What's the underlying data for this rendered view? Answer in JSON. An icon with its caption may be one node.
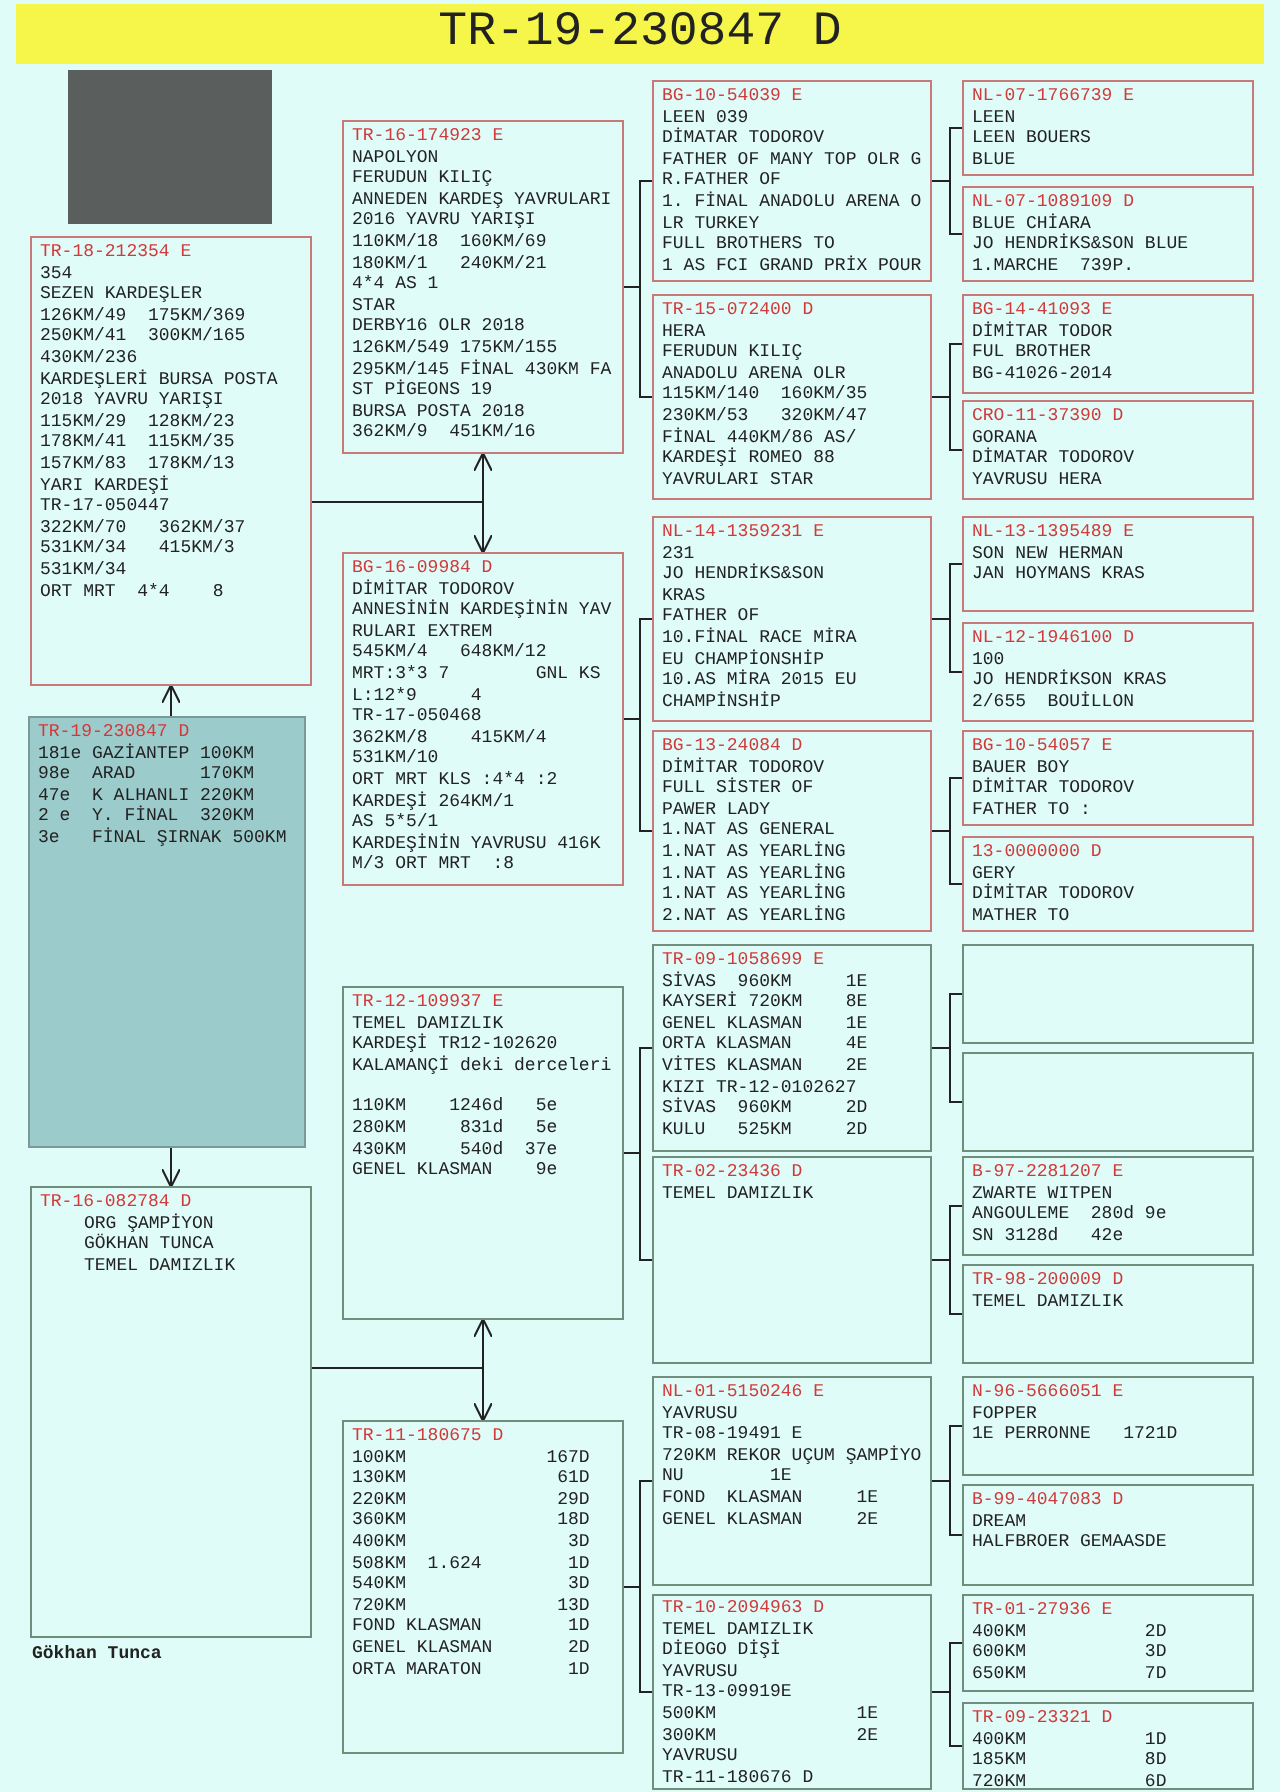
{
  "diagram": {
    "title": "TR-19-230847 D",
    "nodes": [
      {
        "text": [
          "TR-18-212354 E",
          "354",
          "SEZEN KARDEŞLER",
          "126KM/49  175KM/369",
          "250KM/41  300KM/165",
          "430KM/236",
          "KARDEŞLERİ BURSA POSTA",
          "2018 YAVRU YARIŞI",
          "115KM/29  128KM/23",
          "178KM/41  115KM/35",
          "157KM/83  178KM/13",
          "YARI KARDEŞİ",
          "TR-17-050447",
          "322KM/70   362KM/37",
          "531KM/34   415KM/3",
          "531KM/34",
          "ORT MRT  4*4    8"
        ]
      },
      {
        "text": [
          "TR-19-230847 D",
          "181e GAZİANTEP 100KM",
          "98e  ARAD      170KM",
          "47e  K ALHANLI 220KM",
          "2 e  Y. FİNAL  320KM",
          "3e   FİNAL ŞIRNAK 500KM"
        ]
      },
      {
        "text": [
          "TR-16-082784 D",
          "ORG ŞAMPİYON",
          "GÖKHAN TUNCA",
          "TEMEL DAMIZLIK"
        ],
        "beside": [
          "Gökhan Tunca"
        ]
      },
      {
        "text": [
          "TR-16-174923 E",
          "NAPOLYON",
          "FERUDUN KILIÇ",
          "ANNEDEN KARDEŞ YAVRULARI",
          "2016 YAVRU YARIŞI",
          "110KM/18  160KM/69",
          "180KM/1   240KM/21",
          "4*4 AS 1",
          "STAR",
          "DERBY16 OLR 2018",
          "126KM/549 175KM/155",
          "295KM/145 FİNAL 430KM FAST PİGEONS 19",
          "BURSA POSTA 2018",
          "362KM/9  451KM/16"
        ]
      },
      {
        "text": [
          "BG-16-09984 D",
          "DİMİTAR TODOROV",
          "ANNESİNİN KARDEŞİNİN YAVRULARI EXTREM",
          "545KM/4   648KM/12",
          "MRT:3*3 7        GNL KSL:12*9     4",
          "TR-17-050468",
          "362KM/8    415KM/4",
          "531KM/10",
          "ORT MRT KLS :4*4 :2",
          "KARDEŞİ 264KM/1",
          "AS 5*5/1",
          "KARDEŞİNİN YAVRUSU 416KM/3 ORT MRT  :8"
        ]
      },
      {
        "text": [
          "TR-12-109937 E",
          "TEMEL DAMIZLIK",
          "KARDEŞİ TR12-102620",
          "KALAMANÇİ deki derceleri",
          "110KM    1246d   5e",
          "280KM     831d   5e",
          "430KM     540d  37e",
          "GENEL KLASMAN    9e"
        ]
      },
      {
        "text": [
          "TR-11-180675 D",
          "100KM             167D",
          "130KM              61D",
          "220KM              29D",
          "360KM              18D",
          "400KM               3D",
          "508KM  1.624        1D",
          "540KM               3D",
          "720KM              13D",
          "FOND KLASMAN        1D",
          "GENEL KLASMAN       2D",
          "ORTA MARATON        1D"
        ]
      },
      {
        "text": [
          "BG-10-54039 E",
          "LEEN 039",
          "DİMATAR TODOROV",
          "FATHER OF MANY TOP OLR GR.FATHER OF",
          "1. FİNAL ANADOLU ARENA OLR TURKEY",
          "FULL BROTHERS TO",
          "1 AS FCI GRAND PRİX POUR"
        ]
      },
      {
        "text": [
          "TR-15-072400 D",
          "HERA",
          "FERUDUN KILIÇ",
          "ANADOLU ARENA OLR",
          "115KM/140  160KM/35",
          "230KM/53   320KM/47",
          "FİNAL 440KM/86 AS/",
          "KARDEŞİ ROMEO 88",
          "YAVRULARI STAR"
        ]
      },
      {
        "text": [
          "NL-14-1359231 E",
          "231",
          "JO HENDRİKS&SON",
          "KRAS",
          "FATHER OF",
          "10.FİNAL RACE MİRA",
          "EU CHAMPİONSHİP",
          "10.AS MİRA 2015 EU",
          "CHAMPİNSHİP"
        ]
      },
      {
        "text": [
          "BG-13-24084 D",
          "DİMİTAR TODOROV",
          "FULL SİSTER OF",
          "PAWER LADY",
          "1.NAT AS GENERAL",
          "1.NAT AS YEARLİNG",
          "1.NAT AS YEARLİNG",
          "1.NAT AS YEARLİNG",
          "2.NAT AS YEARLİNG"
        ]
      },
      {
        "text": [
          "TR-09-1058699 E",
          "SİVAS  960KM     1E",
          "KAYSERİ 720KM    8E",
          "GENEL KLASMAN    1E",
          "ORTA KLASMAN     4E",
          "VİTES KLASMAN    2E",
          "KIZI TR-12-0102627",
          "SİVAS  960KM     2D",
          "KULU   525KM     2D"
        ]
      },
      {
        "text": [
          "TR-02-23436 D",
          "TEMEL DAMIZLIK"
        ]
      },
      {
        "text": [
          "NL-01-5150246 E",
          "YAVRUSU",
          "TR-08-19491 E",
          "720KM REKOR UÇUM ŞAMPİYONU        1E",
          "FOND  KLASMAN     1E",
          "GENEL KLASMAN     2E"
        ]
      },
      {
        "text": [
          "TR-10-2094963 D",
          "TEMEL DAMIZLIK",
          "DİEOGO DİŞİ",
          "YAVRUSU",
          "TR-13-09919E",
          "500KM             1E",
          "300KM             2E",
          "YAVRUSU",
          "TR-11-180676 D"
        ]
      },
      {
        "text": [
          "NL-07-1766739 E",
          "LEEN",
          "LEEN BOUERS",
          "BLUE"
        ]
      },
      {
        "text": [
          "NL-07-1089109 D",
          "BLUE CHİARA",
          "JO HENDRİKS&SON BLUE",
          "1.MARCHE  739P."
        ]
      },
      {
        "text": [
          "BG-14-41093 E",
          "DİMİTAR TODOR",
          "FUL BROTHER",
          "BG-41026-2014"
        ]
      },
      {
        "text": [
          "CRO-11-37390 D",
          "GORANA",
          "DİMATAR TODOROV",
          "YAVRUSU HERA"
        ]
      },
      {
        "text": [
          "NL-13-1395489 E",
          "SON NEW HERMAN",
          "JAN HOYMANS KRAS"
        ]
      },
      {
        "text": [
          "NL-12-1946100 D",
          "100",
          "JO HENDRİKSON KRAS",
          "2/655  BOUİLLON"
        ]
      },
      {
        "text": [
          "BG-10-54057 E",
          "BAUER BOY",
          "DİMİTAR TODOROV",
          "FATHER TO :"
        ]
      },
      {
        "text": [
          "13-0000000 D",
          "GERY",
          "DİMİTAR TODOROV",
          "MATHER TO"
        ]
      },
      {
        "text": [],
        "shape": "box"
      },
      {
        "text": [],
        "shape": "box"
      },
      {
        "text": [
          "B-97-2281207 E",
          "ZWARTE WITPEN",
          "ANGOULEME  280d 9e",
          "SN 3128d   42e"
        ]
      },
      {
        "text": [
          "TR-98-200009 D",
          "TEMEL DAMIZLIK"
        ]
      },
      {
        "text": [
          "N-96-5666051 E",
          "FOPPER",
          "1E PERRONNE   1721D"
        ]
      },
      {
        "text": [
          "B-99-4047083 D",
          "DREAM",
          "HALFBROER GEMAASDE"
        ]
      },
      {
        "text": [
          "TR-01-27936 E",
          "400KM           2D",
          "600KM           3D",
          "650KM           7D"
        ]
      },
      {
        "text": [
          "TR-09-23321 D",
          "400KM           1D",
          "185KM           8D",
          "720KM           6D"
        ]
      }
    ],
    "edges": [
      {
        "from": 1,
        "to": 0,
        "arrow": "to"
      },
      {
        "from": 1,
        "to": 2,
        "arrow": "to"
      },
      {
        "from": 0,
        "to": 3,
        "arrow": "to"
      },
      {
        "from": 0,
        "to": 4,
        "arrow": "to"
      },
      {
        "from": 2,
        "to": 5,
        "arrow": "to"
      },
      {
        "from": 2,
        "to": 6,
        "arrow": "to"
      },
      {
        "from": 3,
        "to": 7,
        "arrow": "none"
      },
      {
        "from": 3,
        "to": 8,
        "arrow": "none"
      },
      {
        "from": 4,
        "to": 9,
        "arrow": "none"
      },
      {
        "from": 4,
        "to": 10,
        "arrow": "none"
      },
      {
        "from": 5,
        "to": 11,
        "arrow": "none"
      },
      {
        "from": 5,
        "to": 12,
        "arrow": "none"
      },
      {
        "from": 6,
        "to": 13,
        "arrow": "none"
      },
      {
        "from": 6,
        "to": 14,
        "arrow": "none"
      },
      {
        "from": 7,
        "to": 15,
        "arrow": "none"
      },
      {
        "from": 7,
        "to": 16,
        "arrow": "none"
      },
      {
        "from": 8,
        "to": 17,
        "arrow": "none"
      },
      {
        "from": 8,
        "to": 18,
        "arrow": "none"
      },
      {
        "from": 9,
        "to": 19,
        "arrow": "none"
      },
      {
        "from": 9,
        "to": 20,
        "arrow": "none"
      },
      {
        "from": 10,
        "to": 21,
        "arrow": "none"
      },
      {
        "from": 10,
        "to": 22,
        "arrow": "none"
      },
      {
        "from": 11,
        "to": 23,
        "arrow": "none"
      },
      {
        "from": 11,
        "to": 24,
        "arrow": "none"
      },
      {
        "from": 12,
        "to": 25,
        "arrow": "none"
      },
      {
        "from": 12,
        "to": 26,
        "arrow": "none"
      },
      {
        "from": 13,
        "to": 27,
        "arrow": "none"
      },
      {
        "from": 13,
        "to": 28,
        "arrow": "none"
      },
      {
        "from": 14,
        "to": 29,
        "arrow": "none"
      },
      {
        "from": 14,
        "to": 30,
        "arrow": "none"
      }
    ]
  }
}
